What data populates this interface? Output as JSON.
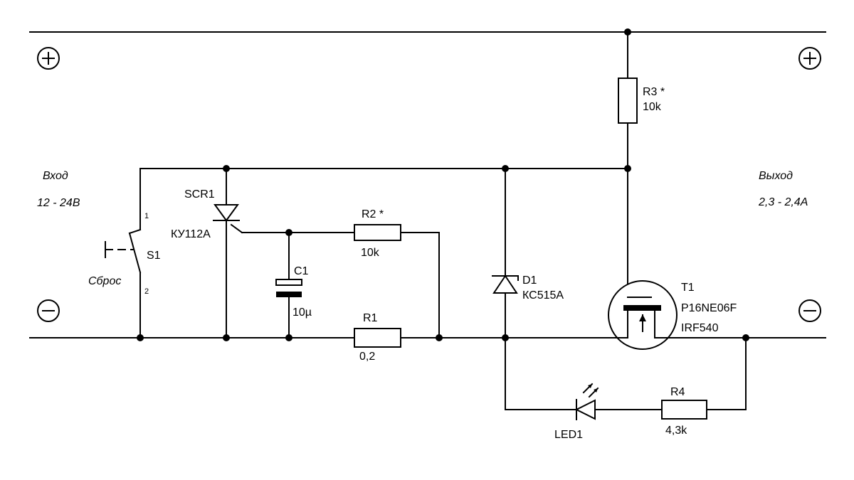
{
  "terminals": {
    "plus": "+",
    "minus": "−"
  },
  "input": {
    "label": "Вход",
    "range": "12 - 24В"
  },
  "output": {
    "label": "Выход",
    "range": "2,3 - 2,4А"
  },
  "reset": {
    "label": "Сброс"
  },
  "components": {
    "s1": {
      "ref": "S1",
      "pin1": "1",
      "pin2": "2"
    },
    "scr1": {
      "ref": "SCR1",
      "value": "КУ112А"
    },
    "c1": {
      "ref": "C1",
      "value": "10µ"
    },
    "r2": {
      "ref": "R2 *",
      "value": "10k"
    },
    "r1": {
      "ref": "R1",
      "value": "0,2"
    },
    "d1": {
      "ref": "D1",
      "value": "КС515А"
    },
    "r3": {
      "ref": "R3 *",
      "value": "10k"
    },
    "t1": {
      "ref": "T1",
      "value1": "P16NE06F",
      "value2": "IRF540"
    },
    "led1": {
      "ref": "LED1"
    },
    "r4": {
      "ref": "R4",
      "value": "4,3k"
    }
  }
}
